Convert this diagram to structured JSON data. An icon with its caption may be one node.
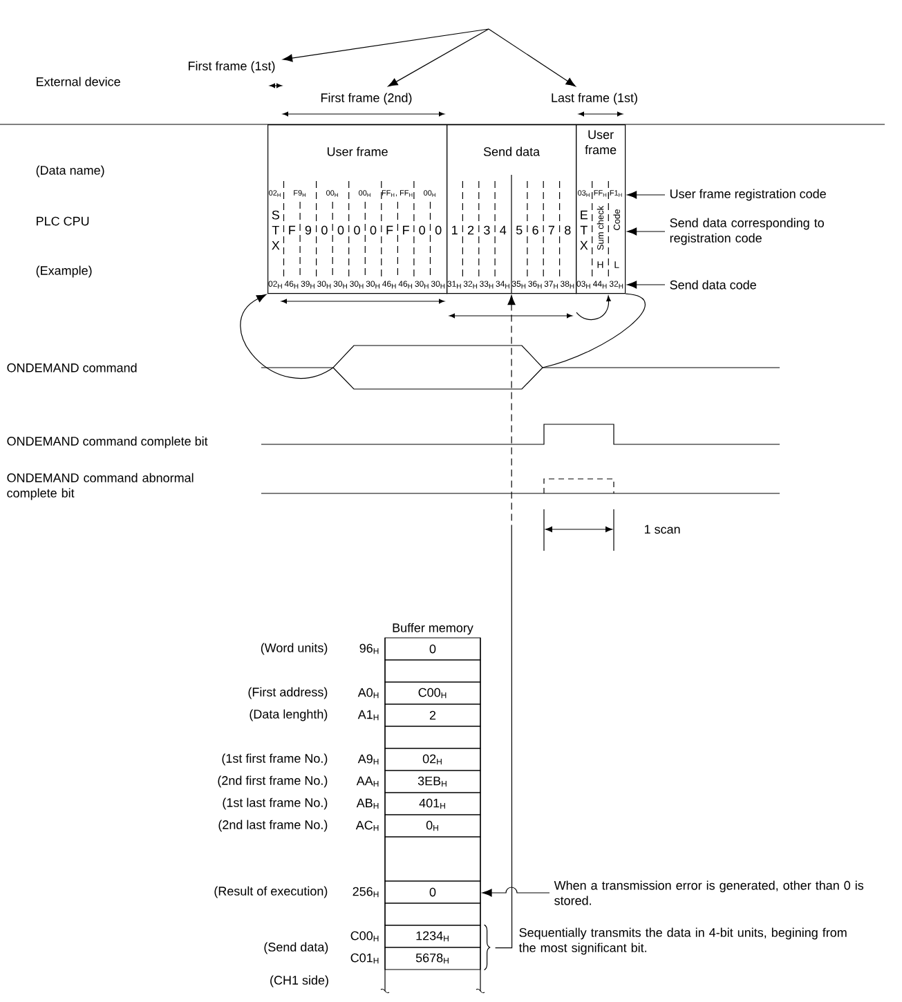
{
  "diagram": {
    "nodes": [
      {
        "text": [
          "First frame (1st)"
        ]
      },
      {
        "text": [
          "First frame (2nd)"
        ]
      },
      {
        "text": [
          "Last frame (1st)"
        ]
      },
      {
        "text": [
          "User frame"
        ]
      },
      {
        "text": [
          "Send data"
        ]
      },
      {
        "text": [
          "User frame"
        ]
      },
      {
        "text": [
          "User frame registration code"
        ]
      },
      {
        "text": [
          "Send data corresponding to registration code"
        ]
      },
      {
        "text": [
          "Send data code"
        ]
      },
      {
        "text": [
          "Buffer memory"
        ]
      },
      {
        "text": [
          "0"
        ],
        "in": 9,
        "beside": [
          "(Word units)",
          "96$_{H}$"
        ]
      },
      {
        "text": [],
        "shape": "box",
        "in": 9
      },
      {
        "text": [
          "C00$_{H}$"
        ],
        "in": 9,
        "beside": [
          "(First address)",
          "A0$_{H}$"
        ]
      },
      {
        "text": [
          "2"
        ],
        "in": 9,
        "beside": [
          "(Data lenghth)",
          "A1$_{H}$"
        ]
      },
      {
        "text": [],
        "shape": "box",
        "in": 9
      },
      {
        "text": [
          "02$_{H}$"
        ],
        "in": 9,
        "beside": [
          "(1st first frame No.)",
          "A9$_{H}$"
        ]
      },
      {
        "text": [
          "3EB$_{H}$"
        ],
        "in": 9,
        "beside": [
          "(2nd first frame No.)",
          "AA$_{H}$"
        ]
      },
      {
        "text": [
          "401$_{H}$"
        ],
        "in": 9,
        "beside": [
          "(1st last frame No.)",
          "AB$_{H}$"
        ]
      },
      {
        "text": [
          "0$_{H}$"
        ],
        "in": 9,
        "beside": [
          "(2nd last frame No.)",
          "AC$_{H}$"
        ]
      },
      {
        "text": [],
        "shape": "box",
        "in": 9
      },
      {
        "text": [
          "0"
        ],
        "in": 9,
        "beside": [
          "(Result of execution)",
          "256$_{H}$"
        ]
      },
      {
        "text": [],
        "shape": "box",
        "in": 9
      },
      {
        "text": [
          "1234$_{H}$"
        ],
        "in": 9,
        "beside": [
          "C00$_{H}$"
        ]
      },
      {
        "text": [
          "5678$_{H}$"
        ],
        "in": 9,
        "beside": [
          "C01$_{H}$"
        ]
      },
      {
        "text": [
          "When a transmission error is generated, other than 0 is stored."
        ]
      }
    ],
    "edges": [
      {
        "from": null,
        "to": 0,
        "arrow": "to"
      },
      {
        "from": null,
        "to": 1,
        "arrow": "to"
      },
      {
        "from": null,
        "to": 2,
        "arrow": "to"
      },
      {
        "from": 6,
        "to": 5,
        "arrow": "to"
      },
      {
        "from": 7,
        "to": 5,
        "arrow": "to"
      },
      {
        "from": 8,
        "to": 5,
        "arrow": "to"
      },
      {
        "from": null,
        "to": 3,
        "arrow": "to"
      },
      {
        "from": null,
        "to": 5,
        "arrow": "none"
      },
      {
        "from": 22,
        "to": 4,
        "arrow": "to",
        "style": "dashed"
      },
      {
        "from": 23,
        "to": 4,
        "arrow": "to",
        "style": "dashed"
      },
      {
        "from": 24,
        "to": 20,
        "arrow": "to"
      }
    ],
    "labels": [
      "External device",
      "(Data name)",
      "PLC CPU",
      "(Example)",
      "02$_{H}$",
      "F9$_{H}$",
      "00$_{H}$",
      "00$_{H}$",
      "FF$_{H}$, FF$_{H}$",
      "00$_{H}$",
      "03$_{H}$",
      "FF$_{H}$,F1$_{H}$",
      "S T X",
      "F",
      "9",
      "0",
      "0",
      "0",
      "0",
      "F",
      "F",
      "0",
      "0",
      "1",
      "2",
      "3",
      "4",
      "5",
      "6",
      "7",
      "8",
      "E T X",
      "Sum check",
      "Code",
      "H",
      "L",
      "02$_{H}$",
      "46$_{H}$",
      "39$_{H}$",
      "30$_{H}$",
      "30$_{H}$",
      "30$_{H}$",
      "30$_{H}$",
      "46$_{H}$",
      "46$_{H}$",
      "30$_{H}$",
      "30$_{H}$",
      "31$_{H}$",
      "32$_{H}$",
      "33$_{H}$",
      "34$_{H}$",
      "35$_{H}$",
      "36$_{H}$",
      "37$_{H}$",
      "38$_{H}$",
      "03$_{H}$",
      "44$_{H}$",
      "32$_{H}$",
      "ONDEMAND command",
      "ONDEMAND command complete bit",
      "ONDEMAND command abnormal complete bit",
      "1 scan",
      "(Send data)",
      "(CH1 side)",
      "Sequentially transmits the data in 4-bit units, begining from the most significant bit."
    ]
  }
}
